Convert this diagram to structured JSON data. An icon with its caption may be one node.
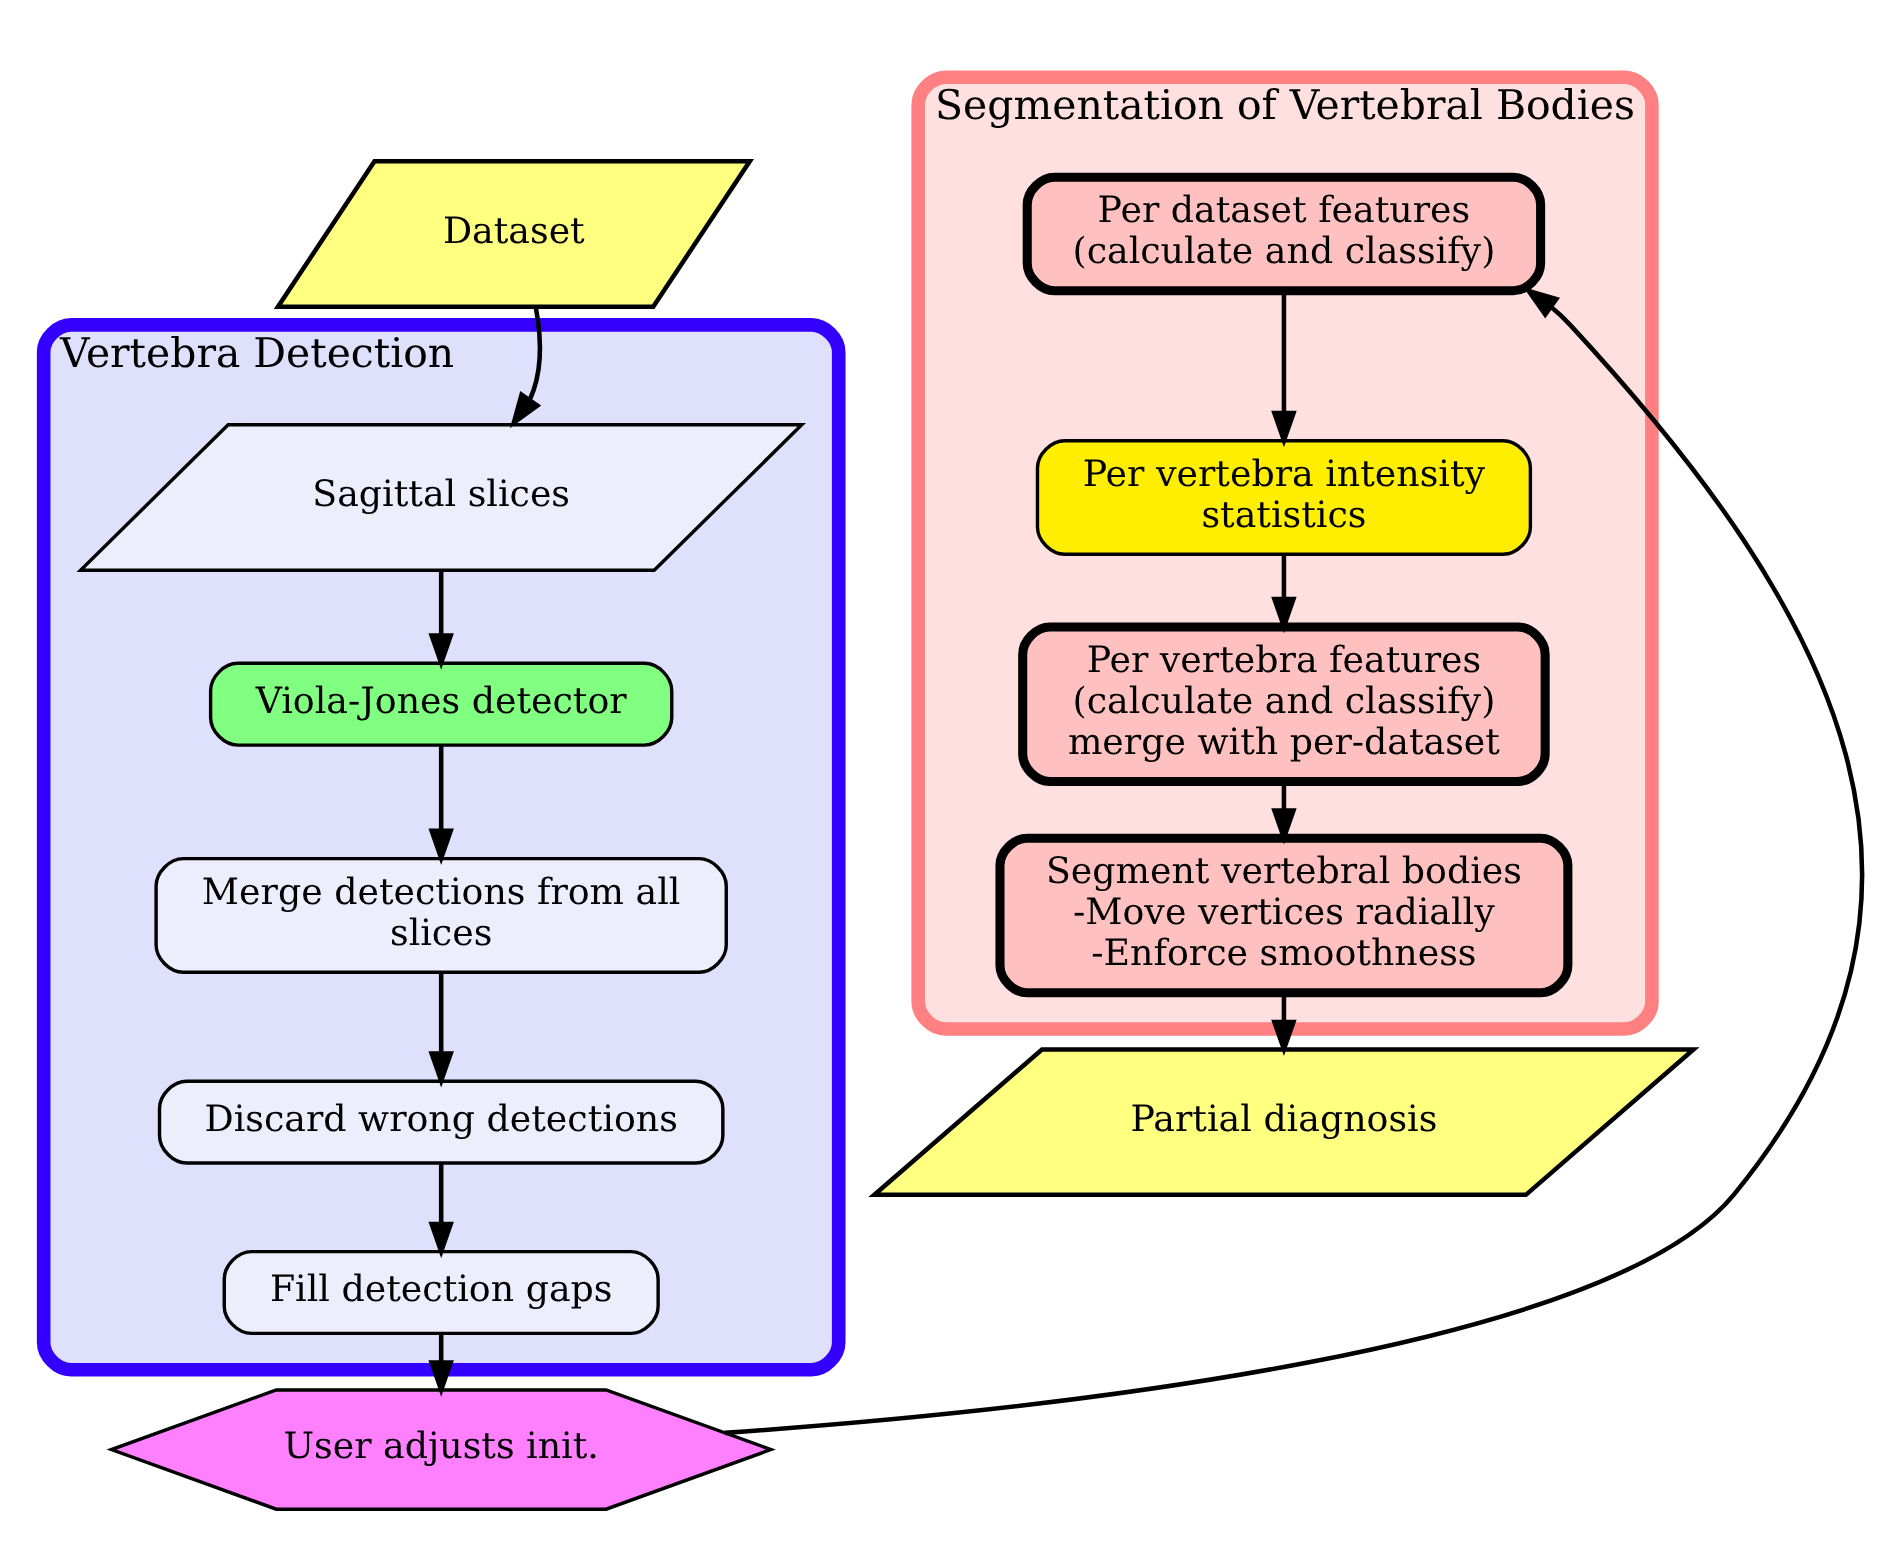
{
  "diagram": {
    "nodes": [
      {
        "text": [
          "Dataset"
        ]
      },
      {
        "text": [
          "Vertebra Detection"
        ]
      },
      {
        "text": [
          "Sagittal slices"
        ],
        "in": 1
      },
      {
        "text": [
          "Viola-Jones detector"
        ],
        "in": 1
      },
      {
        "text": [
          "Merge detections from all slices"
        ],
        "in": 1
      },
      {
        "text": [
          "Discard wrong detections"
        ],
        "in": 1
      },
      {
        "text": [
          "Fill detection gaps"
        ],
        "in": 1
      },
      {
        "text": [
          "User adjusts init."
        ]
      },
      {
        "text": [
          "Segmentation of Vertebral Bodies"
        ]
      },
      {
        "text": [
          "Per dataset features (calculate and classify)"
        ],
        "in": 8
      },
      {
        "text": [
          "Per vertebra intensity statistics"
        ],
        "in": 8
      },
      {
        "text": [
          "Per vertebra features (calculate and classify) merge with per-dataset"
        ],
        "in": 8
      },
      {
        "text": [
          "Segment vertebral bodies",
          "-Move vertices radially",
          "-Enforce smoothness"
        ],
        "in": 8
      },
      {
        "text": [
          "Partial diagnosis"
        ]
      }
    ],
    "edges": [
      {
        "from": 0,
        "to": 2,
        "arrow": "to"
      },
      {
        "from": 2,
        "to": 3,
        "arrow": "to"
      },
      {
        "from": 3,
        "to": 4,
        "arrow": "to"
      },
      {
        "from": 4,
        "to": 5,
        "arrow": "to"
      },
      {
        "from": 5,
        "to": 6,
        "arrow": "to"
      },
      {
        "from": 6,
        "to": 7,
        "arrow": "to"
      },
      {
        "from": 7,
        "to": 9,
        "arrow": "to"
      },
      {
        "from": 9,
        "to": 10,
        "arrow": "to"
      },
      {
        "from": 10,
        "to": 11,
        "arrow": "to"
      },
      {
        "from": 11,
        "to": 12,
        "arrow": "to"
      },
      {
        "from": 12,
        "to": 13,
        "arrow": "to"
      }
    ]
  }
}
